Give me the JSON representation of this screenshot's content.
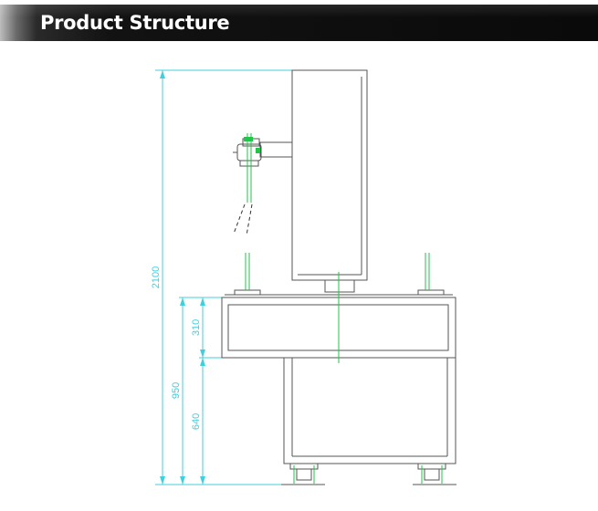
{
  "header": {
    "title": "Product Structure"
  },
  "diagram": {
    "dimensions": {
      "total_height": "2100",
      "base_height": "950",
      "upper_frame_height": "310",
      "lower_frame_height": "640"
    }
  },
  "colors": {
    "outline": "#555555",
    "dimension": "#3fd0e0",
    "centerline": "#22c44a",
    "header_background": "#111111"
  }
}
